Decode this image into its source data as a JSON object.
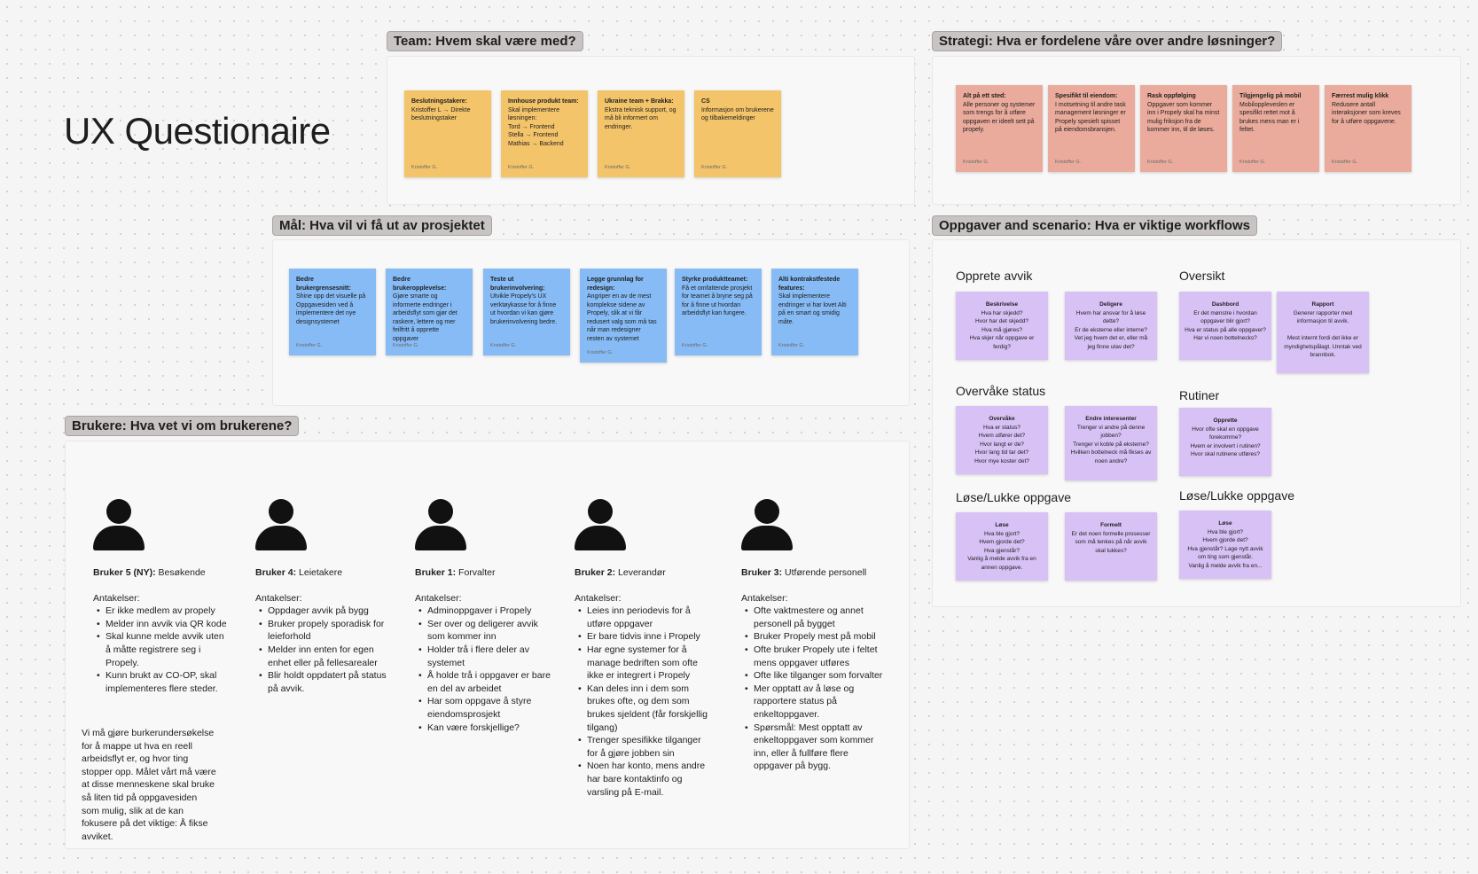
{
  "page": {
    "title": "UX Questionaire"
  },
  "sections": {
    "team": "Team: Hvem skal være med?",
    "strategy": "Strategi: Hva er fordelene våre over andre løsninger?",
    "goals": "Mål: Hva vil vi få ut av prosjektet",
    "tasks": "Oppgaver and scenario: Hva er viktige workflows",
    "users": "Brukere: Hva vet vi om brukerene?"
  },
  "team_stickies": [
    {
      "title": "Beslutningstakere:",
      "lines": [
        "Kristoffer L → Direkte beslutningstaker"
      ],
      "author": "Kristoffer G."
    },
    {
      "title": "Innhouse produkt team:",
      "lines": [
        "Skal implementere løsningen:",
        "Tord → Frontend",
        "Stella → Frontend",
        "Mathias → Backend"
      ],
      "author": "Kristoffer G."
    },
    {
      "title": "Ukraine team + Brakka:",
      "lines": [
        "Ekstra teknisk support, og må bli informert om endringer."
      ],
      "author": "Kristoffer G."
    },
    {
      "title": "CS",
      "lines": [
        "Informasjon om brukerene og tilbakemeldinger"
      ],
      "author": "Kristoffer G."
    }
  ],
  "strategy_stickies": [
    {
      "title": "Alt på ett sted:",
      "lines": [
        "Alle personer og systemer som trengs for å utføre oppgaven er ideelt sett på propely."
      ],
      "author": "Kristoffer G."
    },
    {
      "title": "Spesifikt til eiendom:",
      "lines": [
        "I motsetning til andre task management løsninger er Propely spesielt spisset på eiendomsbransjen."
      ],
      "author": "Kristoffer G."
    },
    {
      "title": "Rask oppfølging",
      "lines": [
        "Oppgaver som kommer inn i Propely skal ha minst mulig friksjon fra de kommer inn, til de løses."
      ],
      "author": "Kristoffer G."
    },
    {
      "title": "Tilgjengelig på mobil",
      "lines": [
        "Mobiloppleveslen er spesifikt rettet mot å brukes mens man er i feltet."
      ],
      "author": "Kristoffer G."
    },
    {
      "title": "Færrest mulig klikk",
      "lines": [
        "Redusere antall interaksjoner som kreves for å utføre oppgavene."
      ],
      "author": "Kristoffer G."
    }
  ],
  "goal_stickies": [
    {
      "title": "Bedre brukergrensesnitt:",
      "lines": [
        "Shine opp det visuelle på Oppgavesiden ved å implementere det nye designsystemet"
      ],
      "author": "Kristoffer G."
    },
    {
      "title": "Bedre brukeropplevelse:",
      "lines": [
        "Gjøre smarte og informerte endringer i arbeidsflyt som gjør det raskere, lettere og mer feilfritt å opprette oppgaver"
      ],
      "author": "Kristoffer G."
    },
    {
      "title": "Teste ut brukerinvolvering:",
      "lines": [
        "Utvikle Propely's UX verktøykasse for å finne ut hvordan vi kan gjøre brukerinvolvering bedre."
      ],
      "author": "Kristoffer G."
    },
    {
      "title": "Legge grunnlag for redesign:",
      "lines": [
        "Angriper en av de mest komplekse sidene av Propely, slik at vi får redusert valg som må tas når man redesigner resten av systemet"
      ],
      "author": "Kristoffer G."
    },
    {
      "title": "Styrke produktteamet:",
      "lines": [
        "Få et omfattende prosjekt for teamet å bryne seg på for å finne ut hvordan arbeidsflyt kan fungere."
      ],
      "author": "Kristoffer G."
    },
    {
      "title": "Alti kontrakstfestede features:",
      "lines": [
        "Skal implementere endringer vi har lovet Alti på en smart og smidig måte."
      ],
      "author": "Kristoffer G."
    }
  ],
  "workflows": {
    "opprette_avvik": "Opprete avvik",
    "oversikt": "Oversikt",
    "overvake_status": "Overvåke status",
    "rutiner": "Rutiner",
    "lose_lukke_1": "Løse/Lukke oppgave",
    "lose_lukke_2": "Løse/Lukke oppgave"
  },
  "workflow_stickies": {
    "beskrivelse": {
      "title": "Beskrivelse",
      "lines": [
        "Hva har skjedd?",
        "Hvor har det skjedd?",
        "Hva må gjøres?",
        "Hva skjer når oppgave er ferdig?"
      ]
    },
    "deligere": {
      "title": "Deligere",
      "lines": [
        "Hvem har ansvar for å løse dette?",
        "Er de eksterne eller interne?",
        "Vet jeg hvem det er, eller må jeg finne utav det?"
      ]
    },
    "dashbord": {
      "title": "Dashbord",
      "lines": [
        "Er det mønstre i hvordan oppgaver blir gjort?",
        "Hva er status på alle oppgaver?",
        "Har vi noen bottelnecks?"
      ]
    },
    "rapport": {
      "title": "Rapport",
      "lines": [
        "Generer rapporter med informasjon til avvik.",
        "",
        "Mest internt fordi det ikke er myndighetspålagt. Unntak ved brannbok."
      ]
    },
    "overvake": {
      "title": "Overvåke",
      "lines": [
        "Hva er status?",
        "Hvem utfører det?",
        "Hvor langt er de?",
        "Hvor lang tid tar det?",
        "Hvor mye koster det?"
      ]
    },
    "endre": {
      "title": "Endre interesenter",
      "lines": [
        "Trenger vi andre på denne jobben?",
        "Trenger vi koble på eksterne?",
        "Hvilken bottelneck må fikses av noen andre?"
      ]
    },
    "opprette": {
      "title": "Opprette",
      "lines": [
        "Hvor ofte skal en oppgave forekomme?",
        "Hvem er involvert i rutinen?",
        "Hvor skal rutinene utføres?"
      ]
    },
    "lose1": {
      "title": "Løse",
      "lines": [
        "Hva ble gjort?",
        "Hvem gjorde det?",
        "Hva gjenstår?",
        "Vanlig å melde avvik fra en annen oppgave."
      ]
    },
    "formelt": {
      "title": "Formelt",
      "lines": [
        "Er det noen formelle prosesser som må tenkes på når avvik skal lukkes?"
      ]
    },
    "lose2": {
      "title": "Løse",
      "lines": [
        "Hva ble gjort?",
        "Hvem gjorde det?",
        "Hva gjenstår? Lage nytt avvik om ting som gjenstår.",
        "Vanlig å melde avvik fra en..."
      ]
    }
  },
  "personas": [
    {
      "name_bold": "Bruker 5 (NY):",
      "name_rest": " Besøkende",
      "assumptions_label": "Antakelser:",
      "items": [
        "Er ikke medlem av propely",
        "Melder inn avvik via QR kode",
        "Skal kunne melde avvik uten å måtte registrere seg i Propely.",
        "Kunn brukt av CO-OP, skal implementeres flere steder."
      ]
    },
    {
      "name_bold": "Bruker 4:",
      "name_rest": " Leietakere",
      "assumptions_label": "Antakelser:",
      "items": [
        "Oppdager avvik på bygg",
        "Bruker propely sporadisk for leieforhold",
        "Melder inn enten for egen enhet eller på fellesarealer",
        "Blir holdt oppdatert på status på avvik."
      ]
    },
    {
      "name_bold": "Bruker 1:",
      "name_rest": " Forvalter",
      "assumptions_label": "Antakelser:",
      "items": [
        "Adminoppgaver i Propely",
        "Ser over og deligerer avvik som kommer inn",
        "Holder trå i flere deler av systemet",
        "Å holde trå i oppgaver er bare en del av arbeidet",
        "Har som oppgave å styre eiendomsprosjekt",
        "Kan være forskjellige?"
      ]
    },
    {
      "name_bold": "Bruker 2:",
      "name_rest": " Leverandør",
      "assumptions_label": "Antakelser:",
      "items": [
        "Leies inn periodevis for å utføre oppgaver",
        "Er bare tidvis inne i Propely",
        "Har egne systemer for å manage bedriften som ofte ikke er integrert i Propely",
        "Kan deles inn i dem som brukes ofte, og dem som brukes sjeldent (får forskjellig tilgang)",
        "Trenger spesifikke tilganger for å gjøre jobben sin",
        "Noen har konto, mens andre har bare kontaktinfo og varsling på E-mail."
      ]
    },
    {
      "name_bold": "Bruker 3:",
      "name_rest": " Utførende personell",
      "assumptions_label": "Antakelser:",
      "items": [
        "Ofte vaktmestere og annet personell på bygget",
        "Bruker Propely mest på mobil",
        "Ofte bruker Propely ute i feltet mens oppgaver utføres",
        "Ofte like tilganger som forvalter",
        "Mer opptatt av å løse og rapportere status på enkeltoppgaver.",
        "Spørsmål: Mest opptatt av enkeltoppgaver som kommer inn, eller å fullføre flere oppgaver på bygg."
      ]
    }
  ],
  "research_note": "Vi må gjøre burkerundersøkelse for å mappe ut hva en reell arbeidsflyt er, og hvor ting stopper opp. Målet vårt må være at disse menneskene skal bruke så liten tid på oppgavesiden som mulig, slik at de kan fokusere på det viktige: Å fikse avviket.",
  "colors": {
    "yellow": "#f3c46a",
    "red": "#eaab9c",
    "blue": "#86bbf5",
    "purple": "#d7c1f5",
    "label_bg": "#c9c4c4"
  }
}
